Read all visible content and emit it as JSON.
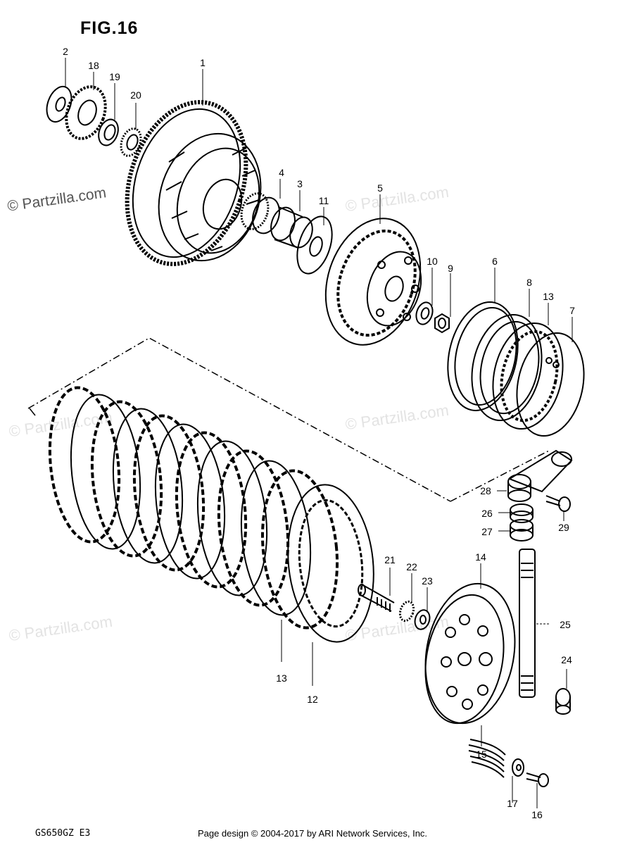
{
  "figure_title": "FIG.16",
  "model_code": "GS650GZ E3",
  "credit": "Page design © 2004-2017 by ARI Network Services, Inc.",
  "watermarks": [
    "© Partzilla.com",
    "© Partzilla.com",
    "© Partzilla.com",
    "© Partzilla.com",
    "© Partzilla.com",
    "© Partzilla.com"
  ],
  "callouts": {
    "p1": "1",
    "p2": "2",
    "p3": "3",
    "p4": "4",
    "p5": "5",
    "p6": "6",
    "p7": "7",
    "p8": "8",
    "p9": "9",
    "p10": "10",
    "p11": "11",
    "p12": "12",
    "p13a": "13",
    "p13b": "13",
    "p14": "14",
    "p15": "15",
    "p16": "16",
    "p17": "17",
    "p18": "18",
    "p19": "19",
    "p20": "20",
    "p21": "21",
    "p22": "22",
    "p23": "23",
    "p24": "24",
    "p25": "25",
    "p26": "26",
    "p27": "27",
    "p28": "28",
    "p29": "29"
  }
}
